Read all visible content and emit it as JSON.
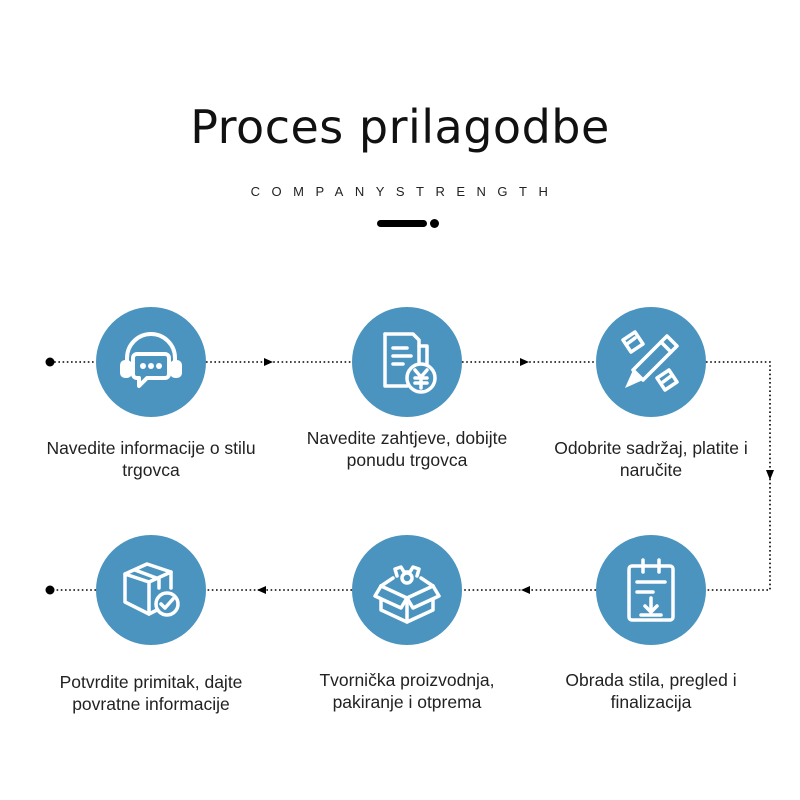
{
  "header": {
    "title": "Proces prilagodbe",
    "subtitle": "COMPANYSTRENGTH"
  },
  "colors": {
    "accent": "#4a94bf",
    "line": "#000000"
  },
  "steps": [
    {
      "icon": "headset-chat-icon",
      "label": "Navedite informacije o stilu trgovca"
    },
    {
      "icon": "document-yuan-icon",
      "label": "Navedite zahtjeve, dobijte ponudu trgovca"
    },
    {
      "icon": "pencil-edit-icon",
      "label": "Odobrite sadržaj, platite i naručite"
    },
    {
      "icon": "clipboard-download-icon",
      "label": "Obrada stila, pregled i finalizacija"
    },
    {
      "icon": "open-box-gear-icon",
      "label": "Tvornička proizvodnja, pakiranje i otprema"
    },
    {
      "icon": "box-check-icon",
      "label": "Potvrdite primitak, dajte povratne informacije"
    }
  ]
}
